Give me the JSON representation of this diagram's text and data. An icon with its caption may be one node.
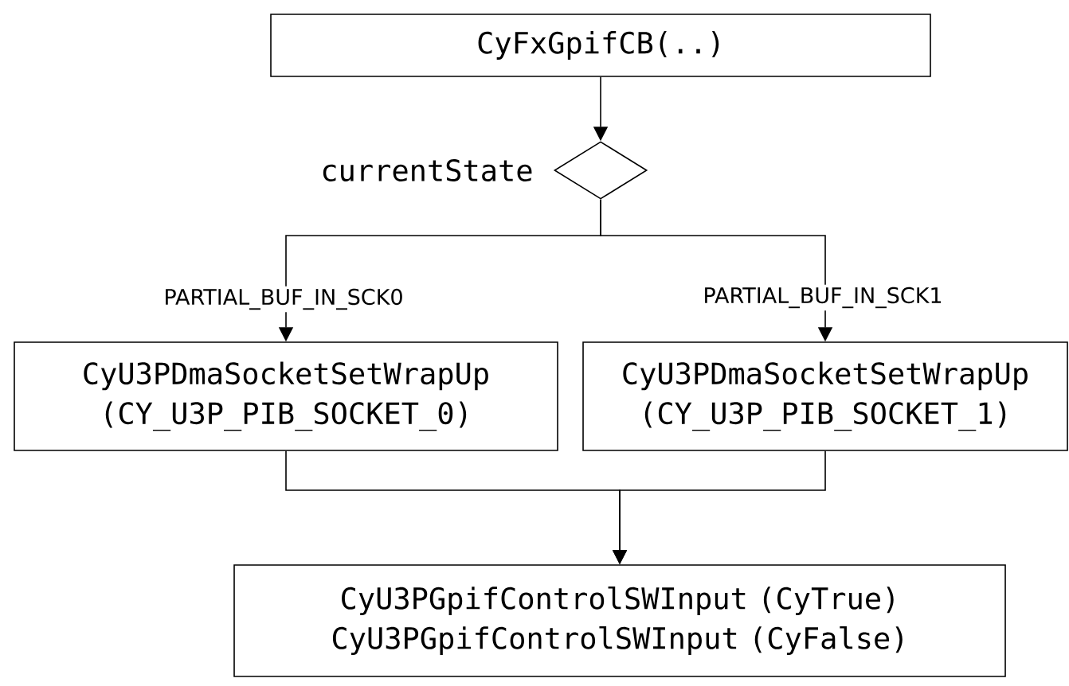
{
  "diagram": {
    "nodes": [
      {
        "text": [
          "CyFxGpifCB(..)"
        ]
      },
      {
        "text": [],
        "shape": "diamond",
        "beside": [
          "currentState"
        ]
      },
      {
        "text": [
          "CyU3PDmaSocketSetWrapUp (CY_U3P_PIB_SOCKET_0)"
        ]
      },
      {
        "text": [
          "CyU3PDmaSocketSetWrapUp (CY_U3P_PIB_SOCKET_1)"
        ]
      },
      {
        "text": [
          "CyU3PGpifControlSWInput (CyTrue)",
          "CyU3PGpifControlSWInput (CyFalse)"
        ]
      }
    ],
    "edges": [
      {
        "from": 0,
        "to": 1,
        "arrow": "to"
      },
      {
        "from": 1,
        "to": 2,
        "arrow": "to",
        "label": "PARTIAL_BUF_IN_SCK0"
      },
      {
        "from": 1,
        "to": 3,
        "arrow": "to",
        "label": "PARTIAL_BUF_IN_SCK1"
      },
      {
        "from": 2,
        "to": 4,
        "arrow": "to"
      },
      {
        "from": 3,
        "to": 4,
        "arrow": "to"
      }
    ]
  }
}
